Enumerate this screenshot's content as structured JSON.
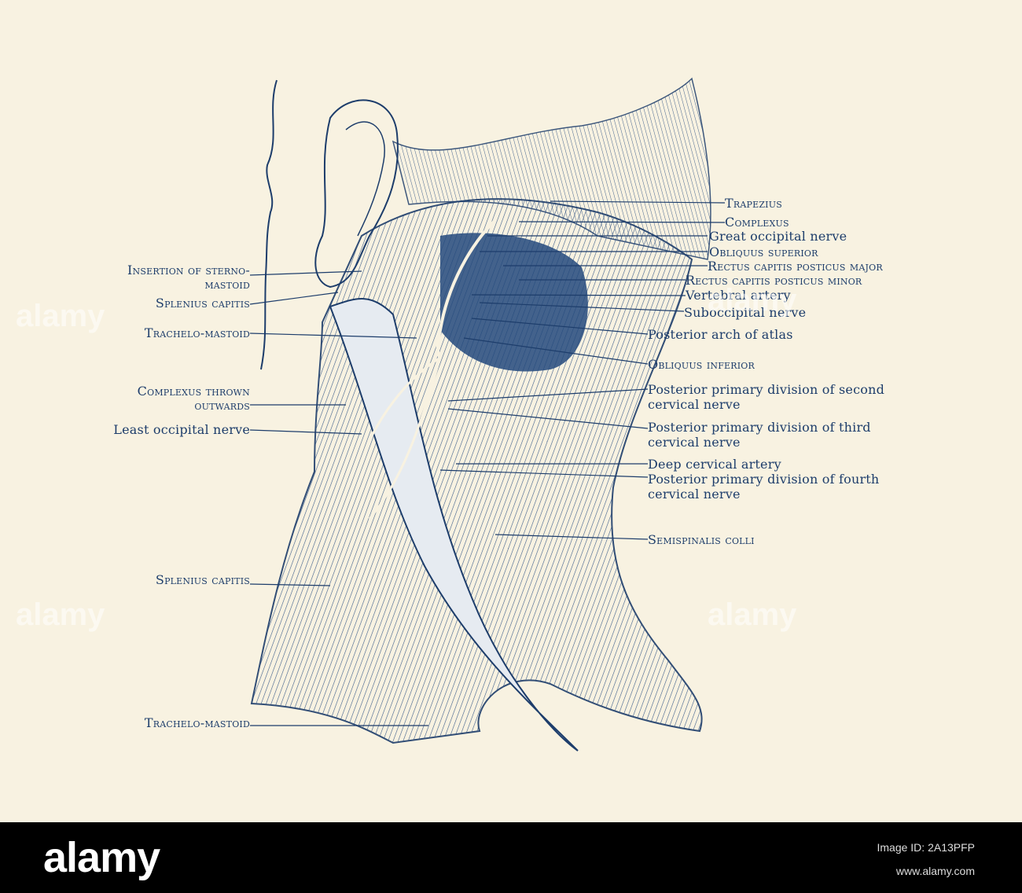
{
  "labels": {
    "trapezius": "Trapezius",
    "complexus": "Complexus",
    "great_occipital_nerve": "Great occipital nerve",
    "obliquus_superior": "Obliquus superior",
    "rectus_major": "Rectus capitis posticus major",
    "rectus_minor": "Rectus capitis posticus minor",
    "vertebral_artery": "Vertebral artery",
    "suboccipital_nerve": "Suboccipital nerve",
    "posterior_arch_atlas": "Posterior arch of atlas",
    "obliquus_inferior": "Obliquus inferior",
    "ppd_second_1": "Posterior primary division of second",
    "ppd_second_2": "cervical nerve",
    "ppd_third_1": "Posterior primary division of third",
    "ppd_third_2": "cervical nerve",
    "deep_cervical_artery": "Deep cervical artery",
    "ppd_fourth_1": "Posterior primary division of fourth",
    "ppd_fourth_2": "cervical nerve",
    "semispinalis_colli": "Semispinalis colli",
    "insertion_sterno_1": "Insertion of sterno-",
    "insertion_sterno_2": "mastoid",
    "splenius_capitis_upper": "Splenius capitis",
    "trachelo_mastoid_upper": "Trachelo-mastoid",
    "complexus_thrown_1": "Complexus thrown",
    "complexus_thrown_2": "outwards",
    "least_occipital_nerve": "Least occipital nerve",
    "splenius_capitis_lower": "Splenius capitis",
    "trachelo_mastoid_lower": "Trachelo-mastoid"
  },
  "watermark": "alamy",
  "footer": {
    "logo": "alamy",
    "image_id_1": "Image ID: 2A13PFP",
    "url": "www.alamy.com"
  },
  "colors": {
    "ink": "#1d3d6b",
    "paper": "#f8f2e1",
    "footer": "#000000"
  }
}
